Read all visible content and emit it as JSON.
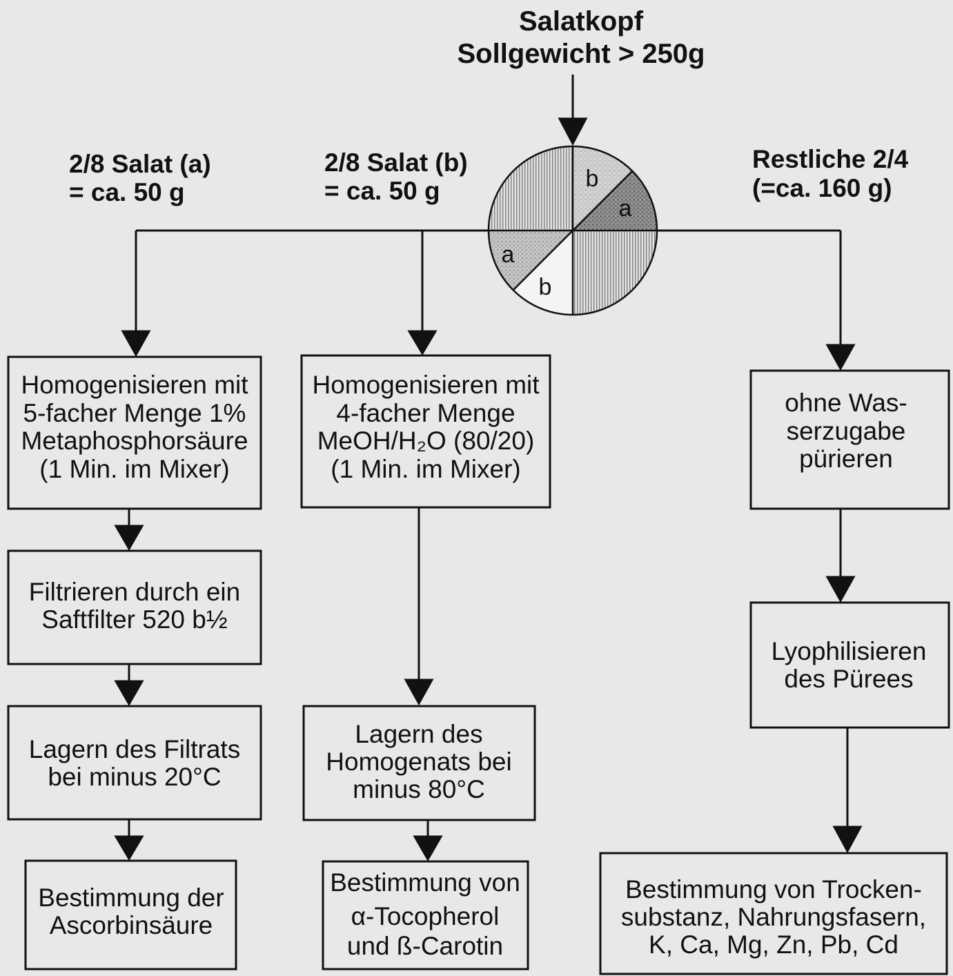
{
  "header": {
    "title_line1": "Salatkopf",
    "title_line2": "Sollgewicht > 250g"
  },
  "portions": [
    {
      "lines": [
        "2/8 Salat (a)",
        "= ca. 50 g"
      ]
    },
    {
      "lines": [
        "2/8 Salat (b)",
        "= ca. 50 g"
      ]
    },
    {
      "lines": [
        "Restliche 2/4",
        "(=ca. 160 g)"
      ]
    }
  ],
  "pie": {
    "labels": [
      "b",
      "a",
      "a",
      "b"
    ]
  },
  "columns": [
    {
      "steps": [
        {
          "lines": [
            "Homogenisieren mit",
            "5-facher Menge 1%",
            "Metaphosphorsäure",
            "(1 Min. im Mixer)"
          ]
        },
        {
          "lines": [
            "Filtrieren durch ein",
            "Saftfilter 520 b½"
          ]
        },
        {
          "lines": [
            "Lagern des Filtrats",
            "bei minus 20°C"
          ]
        },
        {
          "lines": [
            "Bestimmung der",
            "Ascorbinsäure"
          ]
        }
      ]
    },
    {
      "steps": [
        {
          "lines": [
            "Homogenisieren mit",
            "4-facher Menge",
            "MeOH/H₂O (80/20)",
            "(1 Min. im Mixer)"
          ]
        },
        {
          "lines": [
            "Lagern des",
            "Homogenats bei",
            "minus 80°C"
          ]
        },
        {
          "lines": [
            "Bestimmung von",
            "α-Tocopherol",
            "und ß-Carotin"
          ]
        }
      ]
    },
    {
      "steps": [
        {
          "lines": [
            "ohne Was-",
            "serzugabe",
            "pürieren"
          ]
        },
        {
          "lines": [
            "Lyophilisieren",
            "des Pürees"
          ]
        },
        {
          "lines": [
            "Bestimmung von Trocken-",
            "substanz, Nahrungsfasern,",
            "K, Ca, Mg, Zn, Pb, Cd"
          ]
        }
      ]
    }
  ],
  "colors": {
    "ink": "#111111",
    "paper": "#e8e8e8"
  }
}
